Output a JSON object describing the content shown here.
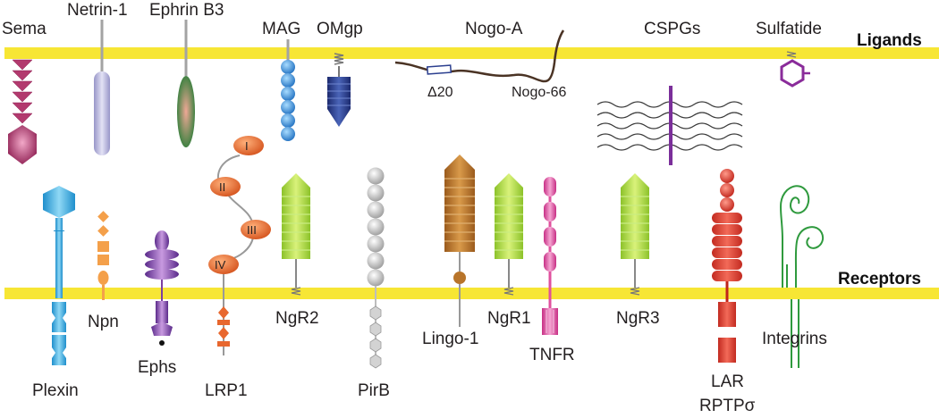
{
  "bands": {
    "ligands": "Ligands",
    "receptors": "Receptors"
  },
  "ligands": {
    "sema": "Sema",
    "netrin": "Netrin-1",
    "ephrin": "Ephrin B3",
    "mag": "MAG",
    "omgp": "OMgp",
    "nogo_a": "Nogo-A",
    "delta20": "Δ20",
    "nogo66": "Nogo-66",
    "cspgs": "CSPGs",
    "sulfatide": "Sulfatide"
  },
  "receptors": {
    "plexin": "Plexin",
    "npn": "Npn",
    "ephs": "Ephs",
    "lrp1": "LRP1",
    "lrp_domains": [
      "I",
      "II",
      "III",
      "IV"
    ],
    "ngr2": "NgR2",
    "pirb": "PirB",
    "lingo1": "Lingo-1",
    "ngr1": "NgR1",
    "tnfr": "TNFR",
    "ngr3": "NgR3",
    "lar": "LAR",
    "rptp": "RPTPσ",
    "integrins": "Integrins"
  },
  "colors": {
    "membrane": "#f7e634",
    "sema": "#b23a6e",
    "netrin": "#b8b6d9",
    "ephrin": "#2e8b3a",
    "mag": "#3a8fd8",
    "omgp": "#2b3f8f",
    "nogo": "#4a3324",
    "sulfatide": "#8a2c9a",
    "plexin": "#3aaee0",
    "npn": "#f4a04a",
    "ephs": "#7b3fa0",
    "lrp1": "#e8672e",
    "ngr": "#a6d63a",
    "pirb": "#b9b9b9",
    "lingo": "#b8742a",
    "tnfr": "#e0509e",
    "lar": "#e03a2e",
    "integrin": "#2f9a3e"
  }
}
